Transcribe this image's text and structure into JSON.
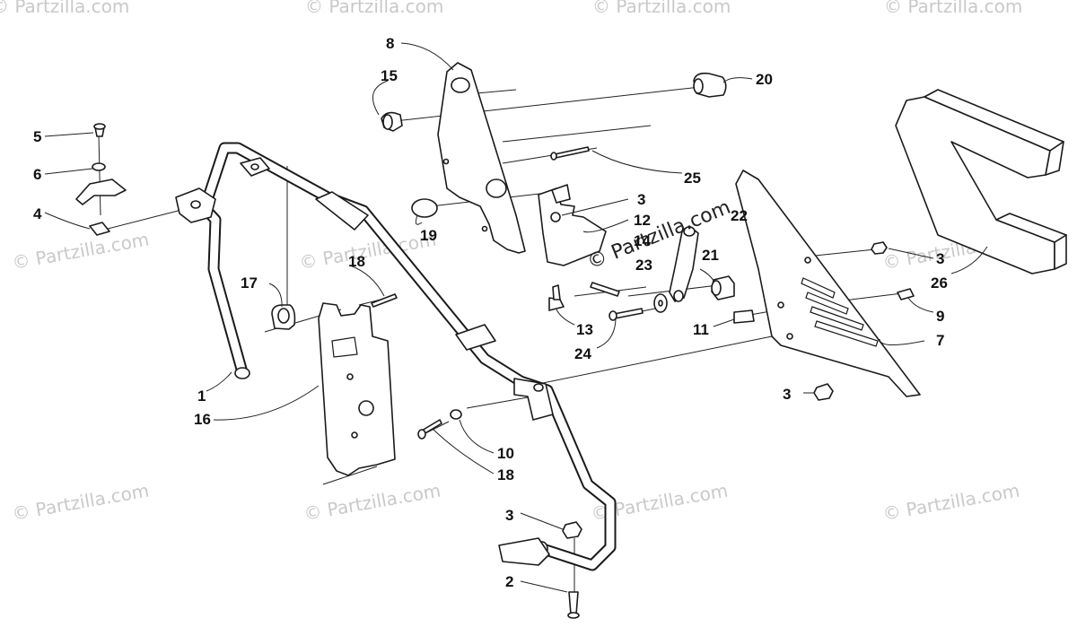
{
  "diagram": {
    "watermark_text": "© Partzilla.com",
    "center_watermark": "© Partzilla.com",
    "callouts": [
      "8",
      "15",
      "20",
      "5",
      "6",
      "4",
      "25",
      "3",
      "12",
      "14",
      "22",
      "19",
      "21",
      "23",
      "17",
      "18",
      "13",
      "24",
      "11",
      "9",
      "26",
      "7",
      "1",
      "16",
      "10",
      "18",
      "3",
      "3",
      "2",
      "3"
    ]
  },
  "colors": {
    "ink": "#1a1a1a",
    "watermark": "#c9c9c9",
    "paper": "#ffffff"
  }
}
